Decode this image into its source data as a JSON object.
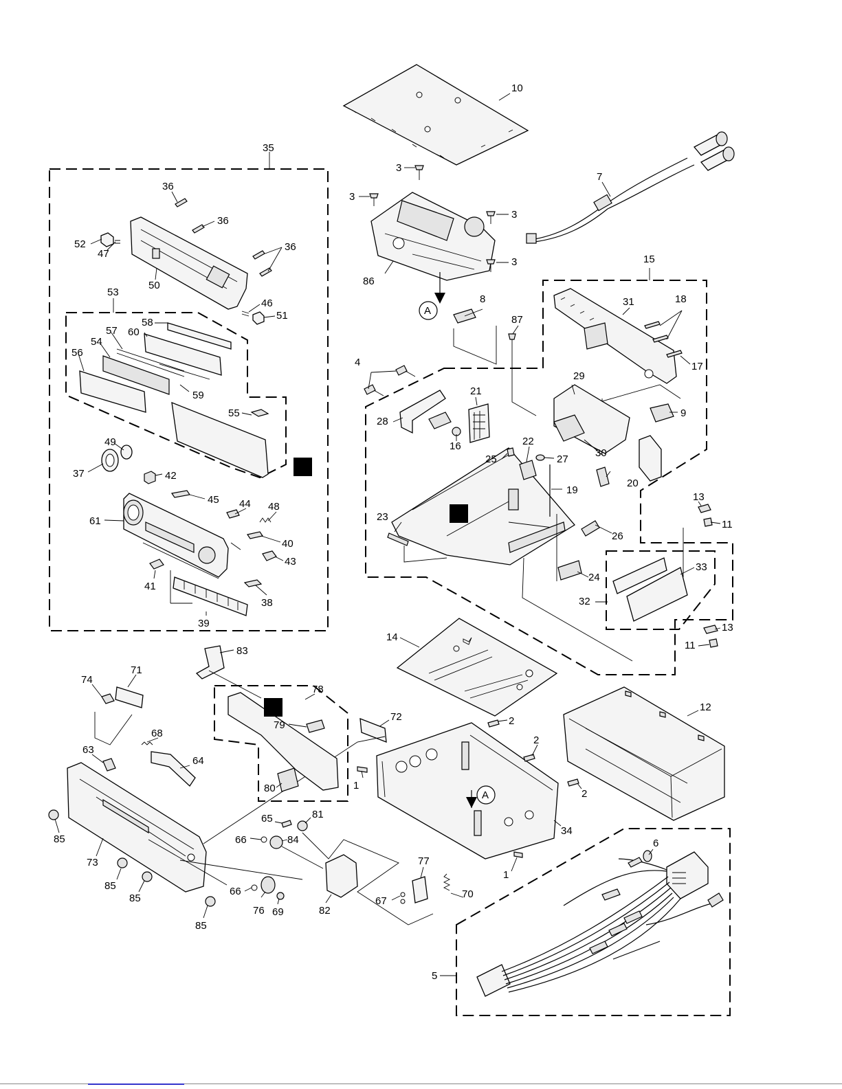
{
  "diagram": {
    "callouts": {
      "n1": "1",
      "n2": "2",
      "n3": "3",
      "n4": "4",
      "n5": "5",
      "n6": "6",
      "n7": "7",
      "n8": "8",
      "n9": "9",
      "n10": "10",
      "n11": "11",
      "n12": "12",
      "n13": "13",
      "n14": "14",
      "n15": "15",
      "n16": "16",
      "n17": "17",
      "n18": "18",
      "n19": "19",
      "n20": "20",
      "n21": "21",
      "n22": "22",
      "n23": "23",
      "n24": "24",
      "n25": "25",
      "n26": "26",
      "n27": "27",
      "n28": "28",
      "n29": "29",
      "n30": "30",
      "n31": "31",
      "n32": "32",
      "n33": "33",
      "n34": "34",
      "n35": "35",
      "n36": "36",
      "n37": "37",
      "n38": "38",
      "n39": "39",
      "n40": "40",
      "n41": "41",
      "n42": "42",
      "n43": "43",
      "n44": "44",
      "n45": "45",
      "n46": "46",
      "n47": "47",
      "n48": "48",
      "n49": "49",
      "n50": "50",
      "n51": "51",
      "n52": "52",
      "n53": "53",
      "n54": "54",
      "n55": "55",
      "n56": "56",
      "n57": "57",
      "n58": "58",
      "n59": "59",
      "n60": "60",
      "n61": "61",
      "n63": "63",
      "n64": "64",
      "n65": "65",
      "n66": "66",
      "n67": "67",
      "n68": "68",
      "n69": "69",
      "n70": "70",
      "n71": "71",
      "n72": "72",
      "n73": "73",
      "n74": "74",
      "n76": "76",
      "n77": "77",
      "n78": "78",
      "n79": "79",
      "n80": "80",
      "n81": "81",
      "n82": "82",
      "n83": "83",
      "n84": "84",
      "n85": "85",
      "n86": "86",
      "n87": "87"
    },
    "reference_marker": "A"
  }
}
